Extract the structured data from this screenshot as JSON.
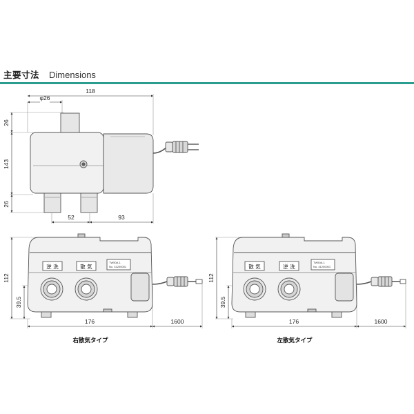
{
  "header": {
    "title_jp": "主要寸法",
    "title_en": "Dimensions",
    "accent_color": "#2a9d8f"
  },
  "top_view": {
    "dim_diameter": "φ26",
    "dim_overall_width": "118",
    "dim_top_pipe": "26",
    "dim_height": "143",
    "dim_bottom_pipe": "26",
    "dim_pipe_pitch": "52",
    "dim_right": "93"
  },
  "front_view_right": {
    "caption": "右散気タイプ",
    "label_backwash": "逆 洗",
    "label_aeration": "散 気",
    "plate_model": "TW50A-1",
    "plate_serial": "No. 41200001",
    "dim_height": "112",
    "dim_port_height": "39.5",
    "dim_width": "176",
    "dim_cord": "1600"
  },
  "front_view_left": {
    "caption": "左散気タイプ",
    "label_aeration": "散 気",
    "label_backwash": "逆 洗",
    "plate_model": "TW50A-1",
    "plate_serial": "No. 41200001",
    "dim_height": "112",
    "dim_port_height": "39.5",
    "dim_width": "176",
    "dim_cord": "1600"
  }
}
